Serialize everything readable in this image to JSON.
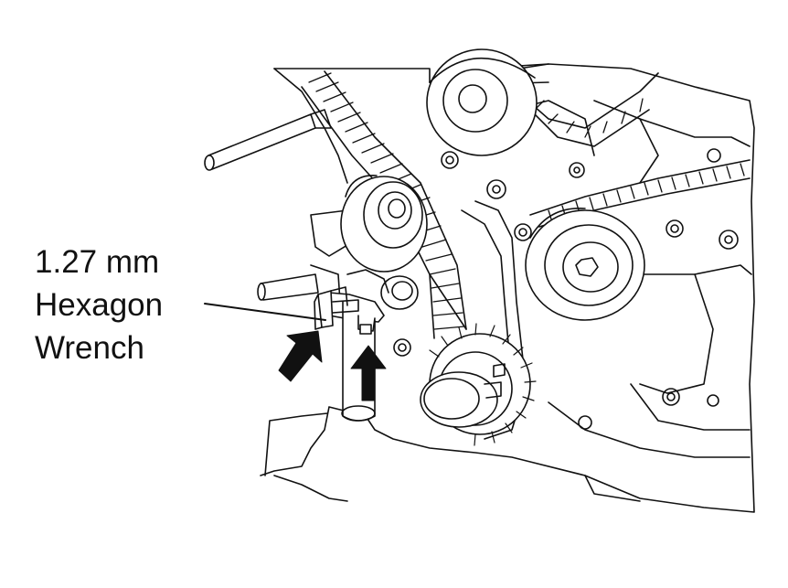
{
  "figure": {
    "callout": {
      "line1": "1.27 mm",
      "line2": "Hexagon",
      "line3": "Wrench"
    },
    "ink_color": "#111111",
    "background_color": "#ffffff",
    "components": [
      "timing-belt",
      "idler-pulley",
      "camshaft-pulley",
      "crankshaft-pulley",
      "timing-belt-tensioner",
      "hexagon-wrench",
      "push-arrows",
      "mounting-bolts"
    ]
  }
}
